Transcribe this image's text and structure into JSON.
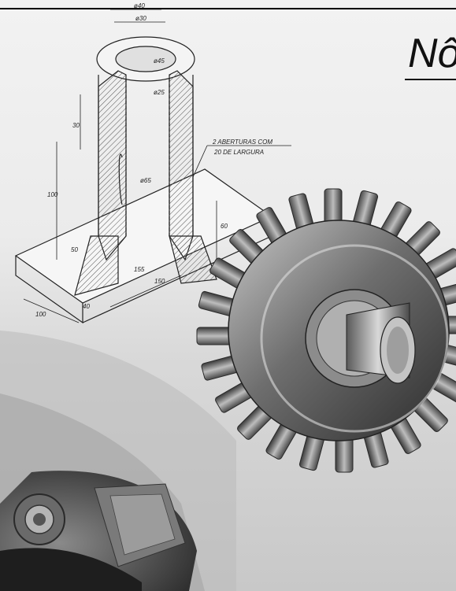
{
  "page": {
    "title": "Nô"
  },
  "technical_drawing": {
    "dimensions": [
      "ø40",
      "ø30",
      "ø45",
      "ø65",
      "ø25",
      "100",
      "150",
      "60",
      "30",
      "50",
      "155",
      "100",
      "40"
    ],
    "note_line1": "2 ABERTURAS COM",
    "note_line2": "20 DE LARGURA"
  },
  "colors": {
    "drawing_ink": "#222222",
    "gear_dark": "#3a3a3a",
    "gear_light": "#9a9a9a"
  }
}
